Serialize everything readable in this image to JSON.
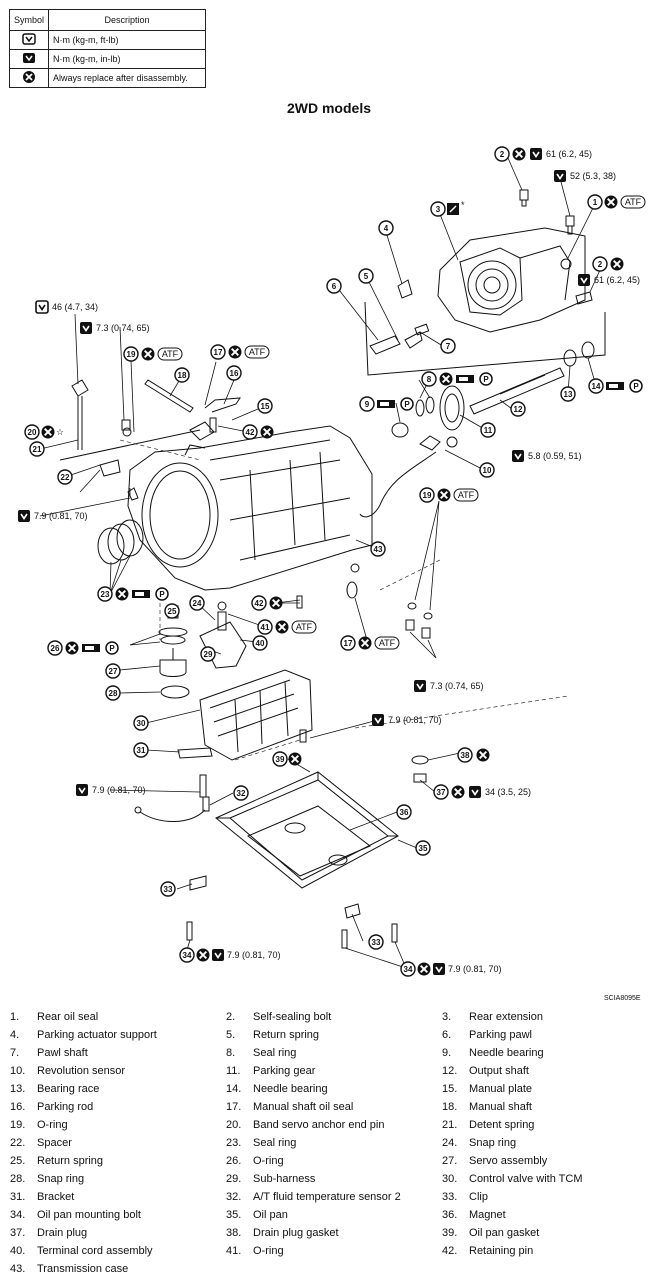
{
  "legend": {
    "headers": {
      "symbol": "Symbol",
      "description": "Description"
    },
    "rows": [
      {
        "icon": "torque-wrench-icon",
        "text": "N·m (kg-m, ft-lb)"
      },
      {
        "icon": "torque-wrench-small-icon",
        "text": "N·m (kg-m, in-lb)"
      },
      {
        "icon": "replace-x-icon",
        "text": "Always replace after disassembly."
      }
    ]
  },
  "title": "2WD models",
  "image_code": "SCIA8095E",
  "symbols": {
    "atf": "ATF",
    "p": "P",
    "star": "☆",
    "asterisk": "*"
  },
  "torques": {
    "t61a": "61 (6.2, 45)",
    "t52": "52 (5.3, 38)",
    "t61b": "61 (6.2, 45)",
    "t46": "46 (4.7, 34)",
    "t73a": "7.3 (0.74, 65)",
    "t58": "5.8 (0.59, 51)",
    "t79a": "7.9 (0.81, 70)",
    "t73b": "7.3 (0.74, 65)",
    "t79b": "7.9 (0.81, 70)",
    "t79c": "7.9 (0.81, 70)",
    "t34": "34 (3.5, 25)",
    "t79d": "7.9 (0.81, 70)",
    "t79e": "7.9 (0.81, 70)"
  },
  "parts": [
    "Rear oil seal",
    "Self-sealing bolt",
    "Rear extension",
    "Parking actuator support",
    "Return spring",
    "Parking pawl",
    "Pawl shaft",
    "Seal ring",
    "Needle bearing",
    "Revolution sensor",
    "Parking gear",
    "Output shaft",
    "Bearing race",
    "Needle bearing",
    "Manual plate",
    "Parking rod",
    "Manual shaft oil seal",
    "Manual shaft",
    "O-ring",
    "Band servo anchor end pin",
    "Detent spring",
    "Spacer",
    "Seal ring",
    "Snap ring",
    "Return spring",
    "O-ring",
    "Servo assembly",
    "Snap ring",
    "Sub-harness",
    "Control valve with TCM",
    "Bracket",
    "A/T fluid temperature sensor 2",
    "Clip",
    "Oil pan mounting bolt",
    "Oil pan",
    "Magnet",
    "Drain plug",
    "Drain plug gasket",
    "Oil pan gasket",
    "Terminal cord assembly",
    "O-ring",
    "Retaining pin",
    "Transmission case"
  ]
}
